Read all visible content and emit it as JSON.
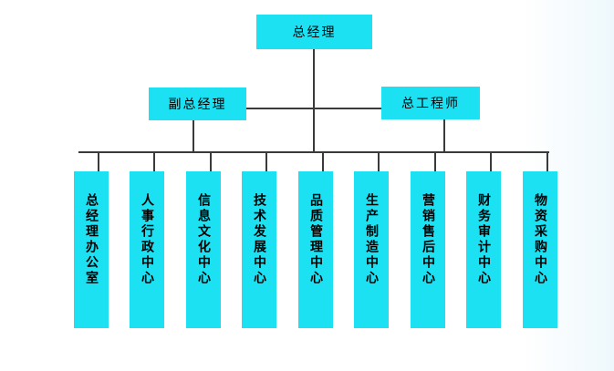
{
  "org_chart": {
    "root": {
      "label": "总经理"
    },
    "managers": [
      {
        "label": "副总经理"
      },
      {
        "label": "总工程师"
      }
    ],
    "departments": [
      {
        "label": "总经理办公室"
      },
      {
        "label": "人事行政中心"
      },
      {
        "label": "信息文化中心"
      },
      {
        "label": "技术发展中心"
      },
      {
        "label": "品质管理中心"
      },
      {
        "label": "生产制造中心"
      },
      {
        "label": "营销售后中心"
      },
      {
        "label": "财务审计中心"
      },
      {
        "label": "物资采购中心"
      }
    ]
  },
  "colors": {
    "box_fill": "#1ce1f3",
    "connector": "#3a3a3a",
    "text": "#000000",
    "background": "#ffffff"
  }
}
